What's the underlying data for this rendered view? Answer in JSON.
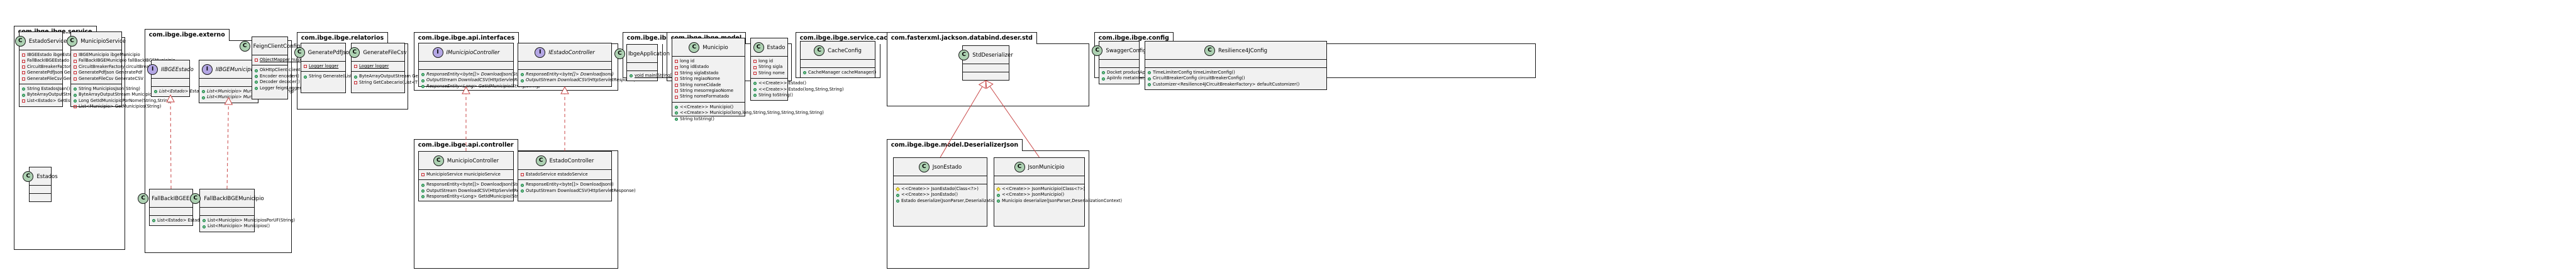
{
  "packages": [
    {
      "id": "service",
      "name": "com.ibge.ibge.service"
    },
    {
      "id": "externo",
      "name": "com.ibge.ibge.externo"
    },
    {
      "id": "relatorios",
      "name": "com.ibge.ibge.relatorios"
    },
    {
      "id": "interfaces",
      "name": "com.ibge.ibge.api.interfaces"
    },
    {
      "id": "controller",
      "name": "com.ibge.ibge.api.controller"
    },
    {
      "id": "ibge",
      "name": "com.ibge.ibge"
    },
    {
      "id": "model",
      "name": "com.ibge.ibge.model"
    },
    {
      "id": "cache",
      "name": "com.ibge.ibge.service.cache"
    },
    {
      "id": "jackson",
      "name": "com.fasterxml.jackson.databind.deser.std"
    },
    {
      "id": "deserializer",
      "name": "com.ibge.ibge.model.DeserializerJson"
    },
    {
      "id": "config",
      "name": "com.ibge.ibge.config"
    }
  ],
  "classes": [
    {
      "id": "EstadoService",
      "kind": "C",
      "name": "EstadoService",
      "sections": [
        [
          {
            "v": "-",
            "t": "IBGEEstado ibgeEstado"
          },
          {
            "v": "-",
            "t": "FallBackIBGEEstado fallBackIBGEEstado"
          },
          {
            "v": "-",
            "t": "CircuitBreakerFactory circuitBreakerFactory"
          },
          {
            "v": "-",
            "t": "GeneratePdfJson GeneratePdf"
          },
          {
            "v": "-",
            "t": "GenerateFileCsv GenerateCSV"
          }
        ],
        [
          {
            "v": "+",
            "t": "String EstadosJson()"
          },
          {
            "v": "+",
            "t": "ByteArrayOutputStream EstadosCSV()"
          },
          {
            "v": "-",
            "t": "List<Estado> GetEstados()"
          }
        ]
      ]
    },
    {
      "id": "MunicipioService",
      "kind": "C",
      "name": "MunicipioService",
      "sections": [
        [
          {
            "v": "-",
            "t": "IBGEMunicipio ibgeMunicipio"
          },
          {
            "v": "-",
            "t": "FallBackIBGEMunicipio fallBackIBGEMunicipio"
          },
          {
            "v": "-",
            "t": "CircuitBreakerFactory circuitBreakerFactory"
          },
          {
            "v": "-",
            "t": "GeneratePdfJson GeneratePdf"
          },
          {
            "v": "-",
            "t": "GenerateFileCsv GenerateCSV"
          }
        ],
        [
          {
            "v": "+",
            "t": "String MunicipiosJson(String)"
          },
          {
            "v": "+",
            "t": "ByteArrayOutputStream MunicipiosCSV(String)"
          },
          {
            "v": "+",
            "t": "Long GetIdMunicipioPorNome(String,String)"
          },
          {
            "v": "-",
            "t": "List<Municipio> GetMunicipios(String)"
          }
        ]
      ]
    },
    {
      "id": "Estados",
      "kind": "C",
      "name": "Estados",
      "sections": [
        [],
        []
      ]
    },
    {
      "id": "IIBGEEstado",
      "kind": "I",
      "name": "IIBGEEstado",
      "italic": true,
      "sections": [
        [],
        [
          {
            "v": "+",
            "t": "List<Estado> Estados()",
            "it": true
          }
        ]
      ]
    },
    {
      "id": "IIBGEMunicipio",
      "kind": "I",
      "name": "IIBGEMunicipio",
      "italic": true,
      "sections": [
        [],
        [
          {
            "v": "+",
            "t": "List<Municipio> MunicipiosPorUF(String)",
            "it": true
          },
          {
            "v": "+",
            "t": "List<Municipio> Municipios()",
            "it": true
          }
        ]
      ]
    },
    {
      "id": "FeignClientConfig",
      "kind": "C",
      "name": "FeignClientConfig",
      "sections": [
        [
          {
            "v": "-",
            "t": "ObjectMapper mapper",
            "ul": true
          }
        ],
        [
          {
            "v": "+",
            "t": "OkHttpClient client()"
          },
          {
            "v": "+",
            "t": "Encoder encoder()"
          },
          {
            "v": "+",
            "t": "Decoder decoder()"
          },
          {
            "v": "+",
            "t": "Logger feignLogger()"
          }
        ]
      ]
    },
    {
      "id": "FallBackIBGEEstado",
      "kind": "C",
      "name": "FallBackIBGEEstado",
      "sections": [
        [],
        [
          {
            "v": "+",
            "t": "List<Estado> Estados()"
          }
        ]
      ]
    },
    {
      "id": "FallBackIBGEMunicipio",
      "kind": "C",
      "name": "FallBackIBGEMunicipio",
      "sections": [
        [],
        [
          {
            "v": "+",
            "t": "List<Municipio> MunicipiosPorUF(String)"
          },
          {
            "v": "+",
            "t": "List<Municipio> Municipios()"
          }
        ]
      ]
    },
    {
      "id": "GeneratePdfJson",
      "kind": "C",
      "name": "GeneratePdfJson",
      "sections": [
        [
          {
            "v": "-",
            "t": "Logger logger",
            "ul": true
          }
        ],
        [
          {
            "v": "+",
            "t": "String Generate(List<T>)"
          }
        ]
      ]
    },
    {
      "id": "GenerateFileCsv",
      "kind": "C",
      "name": "GenerateFileCsv",
      "sections": [
        [
          {
            "v": "-",
            "t": "Logger logger",
            "ul": true
          }
        ],
        [
          {
            "v": "+",
            "t": "ByteArrayOutputStream GenerateCSV(List<T>)"
          },
          {
            "v": "-",
            "t": "String GetCabecario(List<T>)"
          }
        ]
      ]
    },
    {
      "id": "IMunicipioController",
      "kind": "I",
      "name": "IMunicipioController",
      "italic": true,
      "sections": [
        [],
        [
          {
            "v": "+",
            "t": "ResponseEntity<byte[]> DownloadJson(String)",
            "it": true
          },
          {
            "v": "+",
            "t": "OutputStream DownloadCSV(HttpServletResponse,String)",
            "it": true
          },
          {
            "v": "+",
            "t": "ResponseEntity<Long> GetIdMunicipio(String,String)",
            "it": true
          }
        ]
      ]
    },
    {
      "id": "IEstadoController",
      "kind": "I",
      "name": "IEstadoController",
      "italic": true,
      "sections": [
        [],
        [
          {
            "v": "+",
            "t": "ResponseEntity<byte[]> DownloadJson()",
            "it": true
          },
          {
            "v": "+",
            "t": "OutputStream DownloadCSV(HttpServletResponse)",
            "it": true
          }
        ]
      ]
    },
    {
      "id": "MunicipioController",
      "kind": "C",
      "name": "MunicipioController",
      "sections": [
        [
          {
            "v": "-",
            "t": "MunicipioService municipioService"
          }
        ],
        [
          {
            "v": "+",
            "t": "ResponseEntity<byte[]> DownloadJson(String)"
          },
          {
            "v": "+",
            "t": "OutputStream DownloadCSV(HttpServletResponse,String)"
          },
          {
            "v": "+",
            "t": "ResponseEntity<Long> GetIdMunicipio(String,String)"
          }
        ]
      ]
    },
    {
      "id": "EstadoController",
      "kind": "C",
      "name": "EstadoController",
      "sections": [
        [
          {
            "v": "-",
            "t": "EstadoService estadoService"
          }
        ],
        [
          {
            "v": "+",
            "t": "ResponseEntity<byte[]> DownloadJson()"
          },
          {
            "v": "+",
            "t": "OutputStream DownloadCSV(HttpServletResponse)"
          }
        ]
      ]
    },
    {
      "id": "IbgeApplication",
      "kind": "C",
      "name": "IbgeApplication",
      "sections": [
        [],
        [
          {
            "v": "+",
            "t": "void main(String[])",
            "ul": true
          }
        ]
      ]
    },
    {
      "id": "Municipio",
      "kind": "C",
      "name": "Municipio",
      "sections": [
        [
          {
            "v": "-",
            "t": "long id"
          },
          {
            "v": "-",
            "t": "long idEstado"
          },
          {
            "v": "-",
            "t": "String siglaEstado"
          },
          {
            "v": "-",
            "t": "String regiaoNome"
          },
          {
            "v": "-",
            "t": "String nomeCidade"
          },
          {
            "v": "-",
            "t": "String mesorregiaoNome"
          },
          {
            "v": "-",
            "t": "String nomeFormatado"
          }
        ],
        [
          {
            "v": "+",
            "t": "<<Create>> Municipio()"
          },
          {
            "v": "+",
            "t": "<<Create>> Municipio(long,long,String,String,String,String,String)"
          },
          {
            "v": "+",
            "t": "String toString()"
          }
        ]
      ]
    },
    {
      "id": "Estado",
      "kind": "C",
      "name": "Estado",
      "sections": [
        [
          {
            "v": "-",
            "t": "long id"
          },
          {
            "v": "-",
            "t": "String sigla"
          },
          {
            "v": "-",
            "t": "String nome"
          }
        ],
        [
          {
            "v": "+",
            "t": "<<Create>> Estado()"
          },
          {
            "v": "+",
            "t": "<<Create>> Estado(long,String,String)"
          },
          {
            "v": "+",
            "t": "String toString()"
          }
        ]
      ]
    },
    {
      "id": "CacheConfig",
      "kind": "C",
      "name": "CacheConfig",
      "sections": [
        [],
        [
          {
            "v": "+",
            "t": "CacheManager cacheManager()"
          }
        ]
      ]
    },
    {
      "id": "StdDeserializer",
      "kind": "C",
      "name": "StdDeserializer",
      "sections": [
        [],
        []
      ]
    },
    {
      "id": "JsonEstado",
      "kind": "C",
      "name": "JsonEstado",
      "sections": [
        [],
        [
          {
            "v": "#",
            "t": "<<Create>> JsonEstado(Class<?>)"
          },
          {
            "v": "+",
            "t": "<<Create>> JsonEstado()"
          },
          {
            "v": "+",
            "t": "Estado deserialize(JsonParser,DeserializationContext)"
          }
        ]
      ]
    },
    {
      "id": "JsonMunicipio",
      "kind": "C",
      "name": "JsonMunicipio",
      "sections": [
        [],
        [
          {
            "v": "#",
            "t": "<<Create>> JsonMunicipio(Class<?>)"
          },
          {
            "v": "+",
            "t": "<<Create>> JsonMunicipio()"
          },
          {
            "v": "+",
            "t": "Municipio deserialize(JsonParser,DeserializationContext)"
          }
        ]
      ]
    },
    {
      "id": "SwaggerConfig",
      "kind": "C",
      "name": "SwaggerConfig",
      "sections": [
        [],
        [
          {
            "v": "+",
            "t": "Docket productApi()"
          },
          {
            "v": "+",
            "t": "ApiInfo metaInfo()"
          }
        ]
      ]
    },
    {
      "id": "Resilience4JConfig",
      "kind": "C",
      "name": "Resilience4JConfig",
      "sections": [
        [],
        [
          {
            "v": "+",
            "t": "TimeLimiterConfig timeLimiterConfig()"
          },
          {
            "v": "+",
            "t": "CircuitBreakerConfig circuitBreakerConfig()"
          },
          {
            "v": "+",
            "t": "Customizer<Resilience4JCircuitBreakerFactory> defaultCustomizer()"
          }
        ]
      ]
    }
  ]
}
